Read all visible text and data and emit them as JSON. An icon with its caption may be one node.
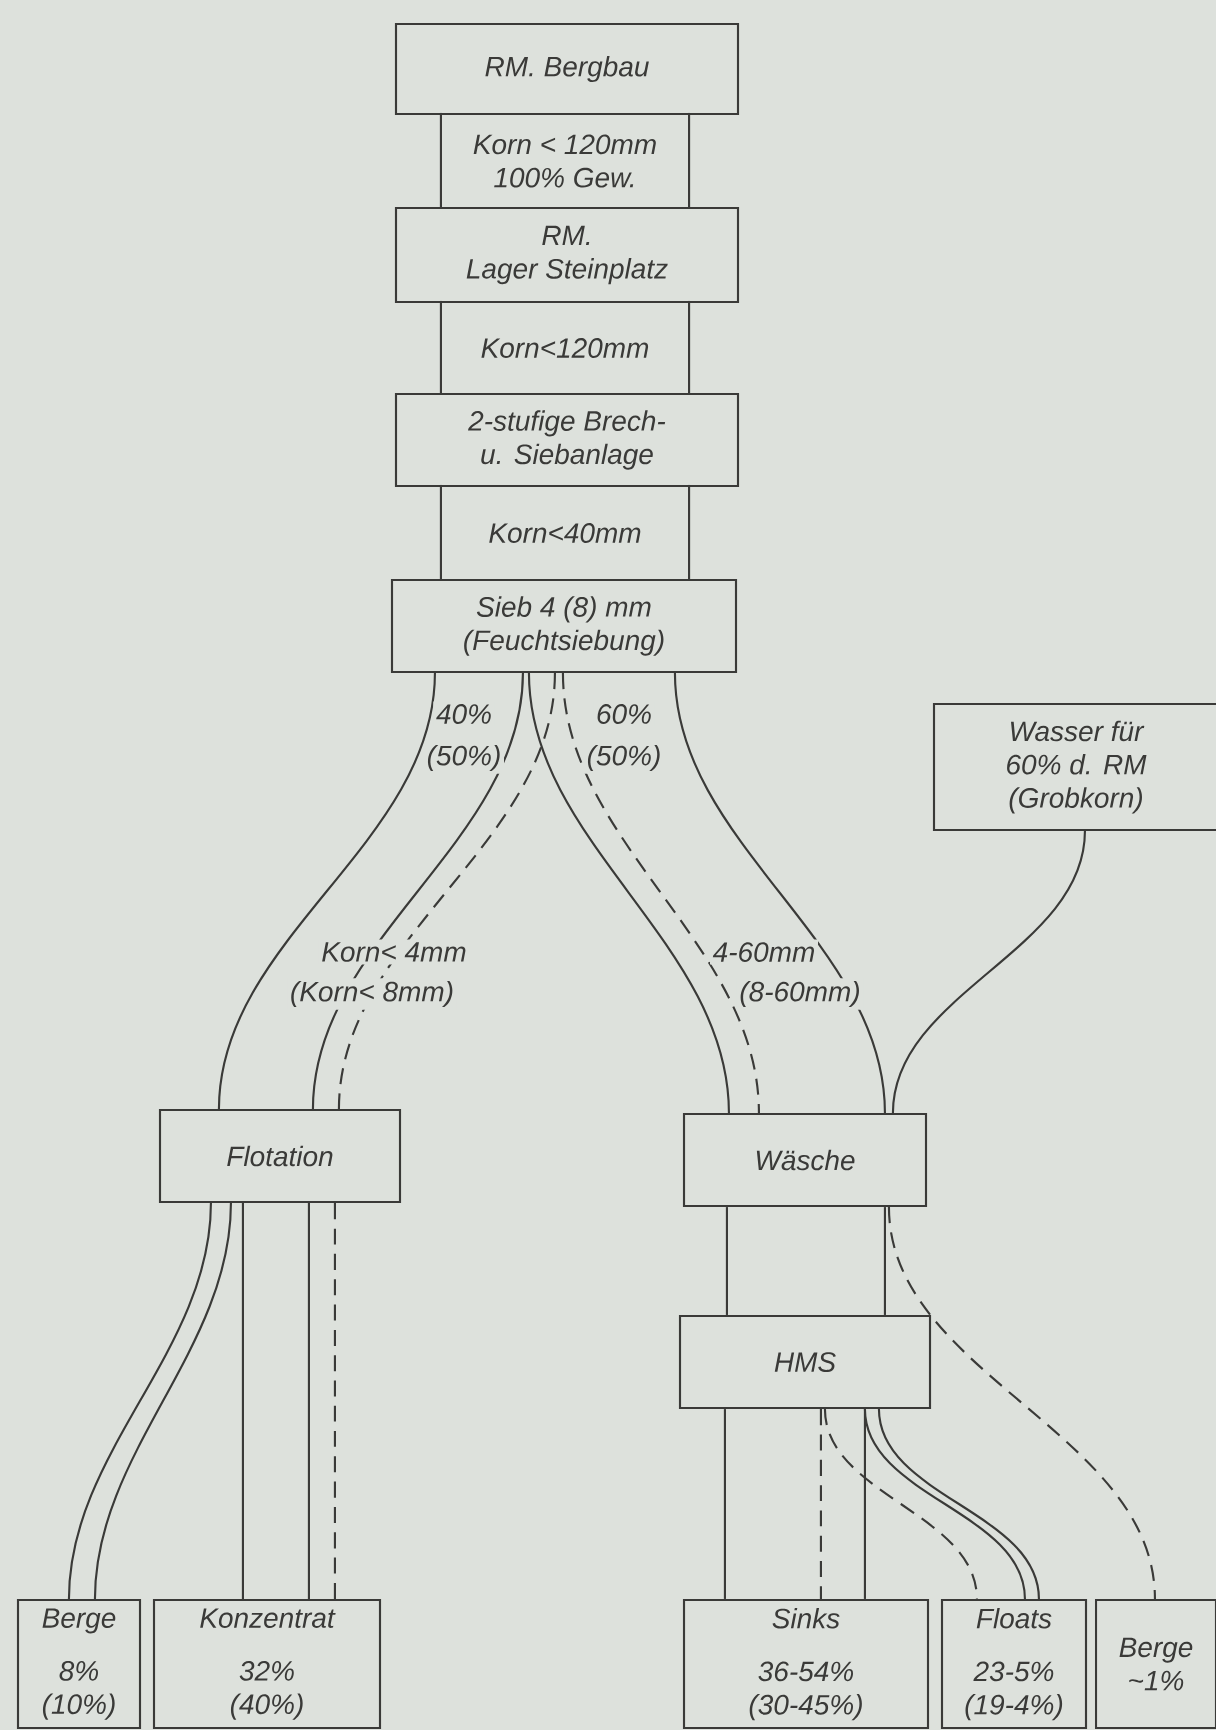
{
  "diagram": {
    "nodes": [
      {
        "text": [
          "RM. Bergbau"
        ]
      },
      {
        "text": [
          "Korn < 120mm 100% Gew."
        ]
      },
      {
        "text": [
          "RM.",
          "Lager Steinplatz"
        ]
      },
      {
        "text": [
          "Korn<120mm"
        ]
      },
      {
        "text": [
          "2-stufige Brech- u. Siebanlage"
        ]
      },
      {
        "text": [
          "Korn<40mm"
        ]
      },
      {
        "text": [
          "Sieb 4 (8) mm (Feuchtsiebung)"
        ]
      },
      {
        "text": [
          "Wasser für 60% d. RM (Grobkorn)"
        ]
      },
      {
        "text": [
          "Flotation"
        ]
      },
      {
        "text": [
          "Wäsche"
        ]
      },
      {
        "text": [
          "HMS"
        ]
      },
      {
        "text": [
          "Berge",
          "8% (10%)"
        ]
      },
      {
        "text": [
          "Konzentrat",
          "32% (40%)"
        ]
      },
      {
        "text": [
          "Sinks",
          "36-54% (30-45%)"
        ]
      },
      {
        "text": [
          "Floats",
          "23-5% (19-4%)"
        ]
      },
      {
        "text": [
          "Berge",
          "~1%"
        ]
      }
    ],
    "edges": [
      {
        "from": 6,
        "to": 8,
        "arrow": "none"
      },
      {
        "from": 6,
        "to": 8,
        "arrow": "none"
      },
      {
        "from": 6,
        "to": 8,
        "arrow": "none",
        "style": "dashed"
      },
      {
        "from": 6,
        "to": 9,
        "arrow": "none"
      },
      {
        "from": 6,
        "to": 9,
        "arrow": "none",
        "style": "dashed"
      },
      {
        "from": 6,
        "to": 9,
        "arrow": "none"
      },
      {
        "from": 7,
        "to": 9,
        "arrow": "none"
      },
      {
        "from": 8,
        "to": 11,
        "arrow": "none"
      },
      {
        "from": 8,
        "to": 11,
        "arrow": "none"
      },
      {
        "from": 8,
        "to": 12,
        "arrow": "none"
      },
      {
        "from": 8,
        "to": 12,
        "arrow": "none"
      },
      {
        "from": 8,
        "to": 12,
        "arrow": "none",
        "style": "dashed"
      },
      {
        "from": 9,
        "to": 10,
        "arrow": "none"
      },
      {
        "from": 9,
        "to": 10,
        "arrow": "none"
      },
      {
        "from": 9,
        "to": 15,
        "arrow": "none",
        "style": "dashed"
      },
      {
        "from": 10,
        "to": 13,
        "arrow": "none"
      },
      {
        "from": 10,
        "to": 13,
        "arrow": "none",
        "style": "dashed"
      },
      {
        "from": 10,
        "to": 13,
        "arrow": "none"
      },
      {
        "from": 10,
        "to": 14,
        "arrow": "none",
        "style": "dashed"
      },
      {
        "from": 10,
        "to": 14,
        "arrow": "none"
      },
      {
        "from": 10,
        "to": 14,
        "arrow": "none"
      }
    ],
    "labels": [
      "40%",
      "(50%)",
      "60%",
      "(50%)",
      "Korn< 4mm",
      "(Korn< 8mm)",
      "4-60mm",
      "(8-60mm)"
    ]
  }
}
